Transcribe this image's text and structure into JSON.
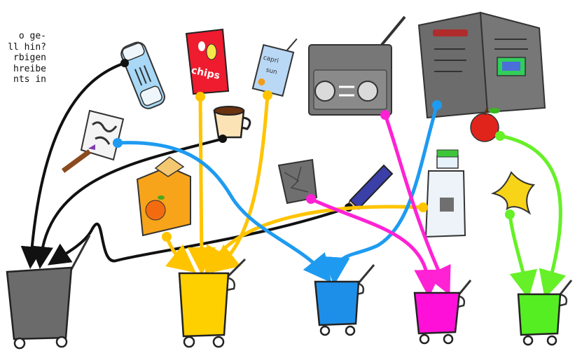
{
  "question_text": "o ge-\nll hin?\nrbigen\nhreibe\nnts in",
  "item_labels": {
    "chips_bag": "chips",
    "juice_box_line1": "capri",
    "juice_box_line2": "sun"
  },
  "bins": [
    {
      "name": "grey-bin",
      "color": "#6b6b6b"
    },
    {
      "name": "yellow-bin",
      "color": "#ffd000"
    },
    {
      "name": "blue-bin",
      "color": "#1e8fe8"
    },
    {
      "name": "magenta-bin",
      "color": "#ff10d8"
    },
    {
      "name": "green-bin",
      "color": "#55ee22"
    }
  ],
  "arrow_colors": {
    "black": "#111111",
    "yellow": "#ffc400",
    "blue": "#1e9bf0",
    "magenta": "#ff22d4",
    "green": "#66f028"
  },
  "items": [
    {
      "name": "water-bottle",
      "bin": "grey-bin"
    },
    {
      "name": "chips-bag",
      "bin": "yellow-bin"
    },
    {
      "name": "juice-pouch",
      "bin": "yellow-bin"
    },
    {
      "name": "radio",
      "bin": "magenta-bin"
    },
    {
      "name": "newspaper",
      "bin": "blue-bin"
    },
    {
      "name": "apple",
      "bin": "green-bin"
    },
    {
      "name": "drawing-paper",
      "bin": "blue-bin"
    },
    {
      "name": "coffee-cup",
      "bin": "grey-bin"
    },
    {
      "name": "orange-juice-carton",
      "bin": "yellow-bin"
    },
    {
      "name": "crumpled-foil",
      "bin": "magenta-bin"
    },
    {
      "name": "pencil",
      "bin": "grey-bin"
    },
    {
      "name": "milk-bottle",
      "bin": "yellow-bin"
    },
    {
      "name": "banana-peel",
      "bin": "green-bin"
    }
  ]
}
